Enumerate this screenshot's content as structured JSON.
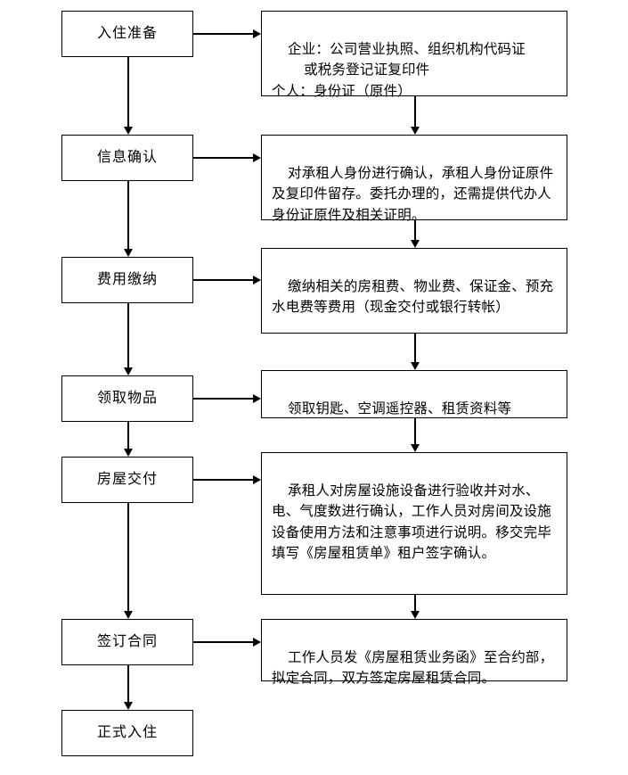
{
  "chart_data": {
    "type": "diagram",
    "title": "",
    "orientation": "top-to-bottom",
    "stage_count": 7,
    "detail_count": 6
  },
  "flow": {
    "stages": [
      {
        "id": "stage-1",
        "label": "入住准备"
      },
      {
        "id": "stage-2",
        "label": "信息确认"
      },
      {
        "id": "stage-3",
        "label": "费用缴纳"
      },
      {
        "id": "stage-4",
        "label": "领取物品"
      },
      {
        "id": "stage-5",
        "label": "房屋交付"
      },
      {
        "id": "stage-6",
        "label": "签订合同"
      },
      {
        "id": "stage-7",
        "label": "正式入住"
      }
    ],
    "details": [
      {
        "id": "detail-1",
        "text": "企业：公司营业执照、组织机构代码证\n        或税务登记证复印件\n个人：身份证（原件）"
      },
      {
        "id": "detail-2",
        "text": "对承租人身份进行确认，承租人身份证原件及复印件留存。委托办理的，还需提供代办人身份证原件及相关证明。"
      },
      {
        "id": "detail-3",
        "text": "缴纳相关的房租费、物业费、保证金、预充水电费等费用（现金交付或银行转帐）"
      },
      {
        "id": "detail-4",
        "text": "领取钥匙、空调遥控器、租赁资料等"
      },
      {
        "id": "detail-5",
        "text": "承租人对房屋设施设备进行验收并对水、电、气度数进行确认，工作人员对房间及设施设备使用方法和注意事项进行说明。移交完毕填写《房屋租赁单》租户签字确认。"
      },
      {
        "id": "detail-6",
        "text": "工作人员发《房屋租赁业务函》至合约部，拟定合同，双方签定房屋租赁合同。"
      }
    ]
  },
  "style": {
    "line_color": "#000000",
    "box_border_color": "#000000",
    "box_fill_color": "#ffffff",
    "text_color": "#000000",
    "page_background": "#ffffff"
  }
}
